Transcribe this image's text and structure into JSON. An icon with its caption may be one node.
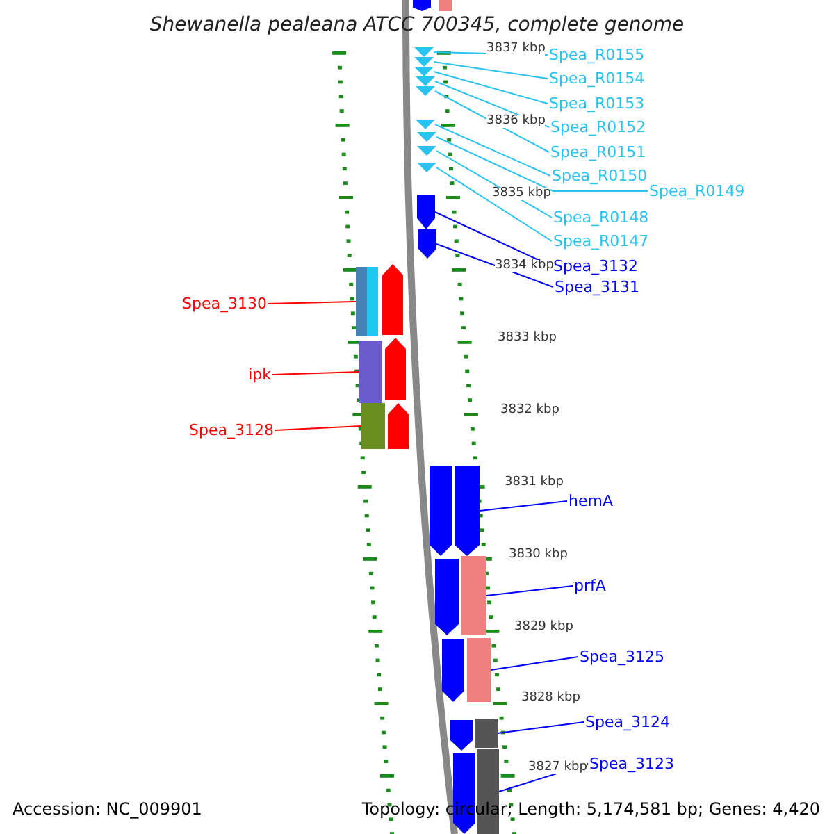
{
  "diagram": {
    "title": "Shewanella pealeana ATCC 700345, complete genome",
    "nodes": [
      {
        "text": [
          "Spea_R0155"
        ]
      },
      {
        "text": [
          "Spea_R0154"
        ]
      },
      {
        "text": [
          "Spea_R0153"
        ]
      },
      {
        "text": [
          "Spea_R0152"
        ]
      },
      {
        "text": [
          "Spea_R0151"
        ]
      },
      {
        "text": [
          "Spea_R0150"
        ]
      },
      {
        "text": [
          "Spea_R0149"
        ]
      },
      {
        "text": [
          "Spea_R0148"
        ]
      },
      {
        "text": [
          "Spea_R0147"
        ]
      },
      {
        "text": [
          "Spea_3132"
        ]
      },
      {
        "text": [
          "Spea_3131"
        ]
      },
      {
        "text": [
          "Spea_3130"
        ]
      },
      {
        "text": [
          "ipk"
        ]
      },
      {
        "text": [
          "Spea_3128"
        ]
      },
      {
        "text": [
          "hemA"
        ]
      },
      {
        "text": [
          "prfA"
        ]
      },
      {
        "text": [
          "Spea_3125"
        ]
      },
      {
        "text": [
          "Spea_3124"
        ]
      },
      {
        "text": [
          "Spea_3123"
        ]
      },
      {
        "text": [],
        "shape": "triangle"
      },
      {
        "text": [],
        "shape": "triangle"
      },
      {
        "text": [],
        "shape": "triangle"
      },
      {
        "text": [],
        "shape": "triangle"
      },
      {
        "text": [],
        "shape": "triangle"
      },
      {
        "text": [],
        "shape": "triangle"
      },
      {
        "text": [],
        "shape": "triangle"
      },
      {
        "text": [],
        "shape": "triangle"
      },
      {
        "text": [],
        "shape": "triangle"
      },
      {
        "text": [],
        "shape": "arrow"
      },
      {
        "text": [],
        "shape": "arrow"
      },
      {
        "text": [],
        "shape": "bar"
      },
      {
        "text": [],
        "shape": "bar"
      },
      {
        "text": [],
        "shape": "bar"
      },
      {
        "text": [],
        "shape": "arrow"
      },
      {
        "text": [],
        "shape": "bar"
      },
      {
        "text": [],
        "shape": "bar"
      },
      {
        "text": [],
        "shape": "bar"
      },
      {
        "text": [],
        "shape": "bar"
      },
      {
        "text": [],
        "shape": "arrow"
      },
      {
        "text": [],
        "shape": "bar"
      },
      {
        "text": [],
        "shape": "arrow"
      },
      {
        "text": [],
        "shape": "arrow"
      },
      {
        "text": [],
        "shape": "arrow"
      },
      {
        "text": [],
        "shape": "arrow"
      },
      {
        "text": [],
        "shape": "arrow"
      },
      {
        "text": [],
        "shape": "arrow"
      },
      {
        "text": [],
        "shape": "arrow"
      },
      {
        "text": [],
        "shape": "arrow"
      }
    ],
    "edges": [
      {
        "from": 0,
        "to": 19,
        "arrow": "none"
      },
      {
        "from": 1,
        "to": 20,
        "arrow": "none"
      },
      {
        "from": 2,
        "to": 21,
        "arrow": "none"
      },
      {
        "from": 3,
        "to": 22,
        "arrow": "none"
      },
      {
        "from": 4,
        "to": 23,
        "arrow": "none"
      },
      {
        "from": 5,
        "to": 24,
        "arrow": "none"
      },
      {
        "from": 6,
        "to": 25,
        "arrow": "none"
      },
      {
        "from": 7,
        "to": 26,
        "arrow": "none"
      },
      {
        "from": 8,
        "to": 27,
        "arrow": "none"
      },
      {
        "from": 9,
        "to": 28,
        "arrow": "none",
        "color": "#0000ff"
      },
      {
        "from": 10,
        "to": 29,
        "arrow": "none",
        "color": "#0000ff"
      },
      {
        "from": 11,
        "to": 30,
        "arrow": "none",
        "color": "#ff0000"
      },
      {
        "from": 12,
        "to": 31,
        "arrow": "none",
        "color": "#ff0000"
      },
      {
        "from": 13,
        "to": 32,
        "arrow": "none",
        "color": "#ff0000"
      },
      {
        "from": 14,
        "to": 33,
        "arrow": "none",
        "color": "#0000ff"
      },
      {
        "from": 15,
        "to": 34,
        "arrow": "none",
        "color": "#0000ff"
      },
      {
        "from": 16,
        "to": 35,
        "arrow": "none",
        "color": "#0000ff"
      },
      {
        "from": 17,
        "to": 36,
        "arrow": "none",
        "color": "#0000ff"
      },
      {
        "from": 18,
        "to": 37,
        "arrow": "none",
        "color": "#0000ff"
      }
    ],
    "labels": [
      "3837 kbp",
      "3836 kbp",
      "3835 kbp",
      "3834 kbp",
      "3833 kbp",
      "3832 kbp",
      "3831 kbp",
      "3830 kbp",
      "3829 kbp",
      "3828 kbp",
      "3827 kbp",
      "Accession: NC_009901",
      "Topology: circular; Length: 5,174,581 bp; Genes: 4,420"
    ]
  }
}
